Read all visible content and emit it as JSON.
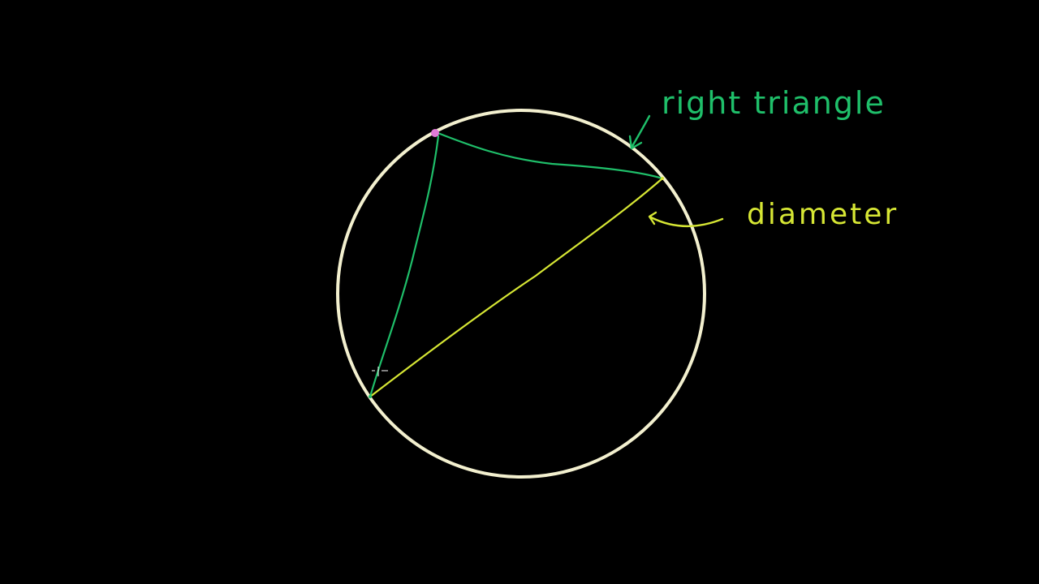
{
  "colors": {
    "background": "#000000",
    "circle": "#f3f0cf",
    "triangle": "#1fbf6a",
    "diameter": "#d6e634",
    "vertex_marker": "#e07ad8",
    "cursor": "#ffffff"
  },
  "annotations": {
    "right_triangle_label": "right triangle",
    "diameter_label": "diameter"
  },
  "diagram": {
    "shapes": [
      "circle",
      "inscribed-triangle",
      "diameter"
    ],
    "icons": [
      "arrow-icon",
      "crosshair-cursor-icon"
    ]
  }
}
